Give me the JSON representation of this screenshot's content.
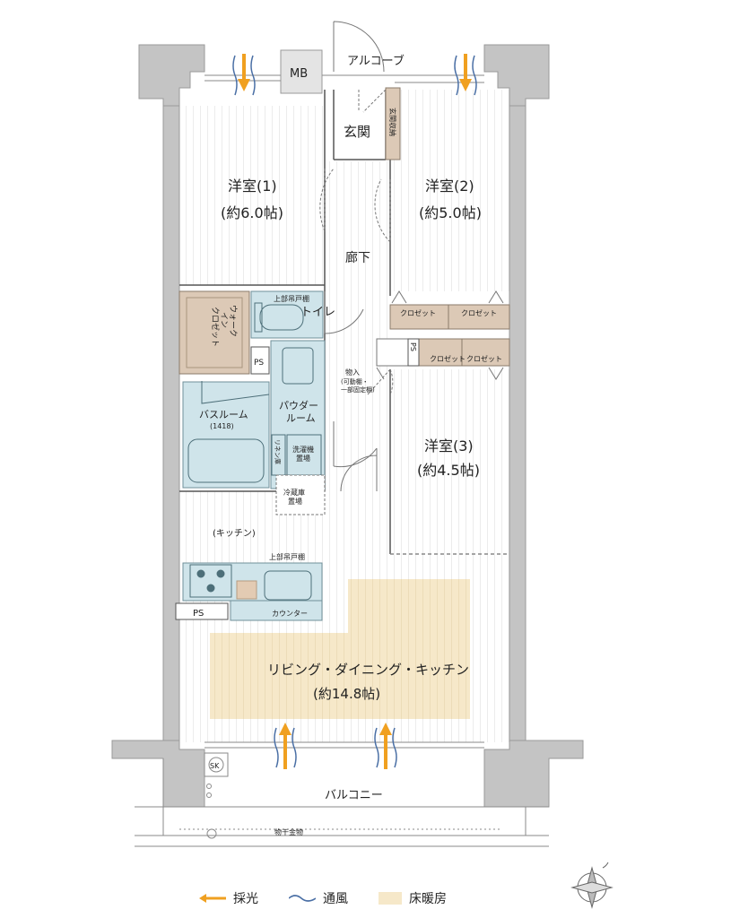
{
  "labels": {
    "alcove": "アルコーブ",
    "mb": "MB",
    "genkan": "玄関",
    "genkan_storage": "玄関収納",
    "room1_name": "洋室(1)",
    "room1_size": "(約6.0帖)",
    "room2_name": "洋室(2)",
    "room2_size": "(約5.0帖)",
    "room3_name": "洋室(3)",
    "room3_size": "(約4.5帖)",
    "corridor": "廊下",
    "walkin_1": "ウォーク",
    "walkin_2": "イン",
    "walkin_3": "クロゼット",
    "upper_cabinet_toilet": "上部吊戸棚",
    "toilet": "トイレ",
    "ps": "PS",
    "closet": "クロゼット",
    "storage_1": "物入",
    "storage_2": "(可動棚・",
    "storage_3": "一部固定棚)",
    "bathroom": "バスルーム",
    "bathroom_size": "(1418)",
    "powder_1": "パウダー",
    "powder_2": "ルーム",
    "linen": "リネン庫",
    "washer_1": "洗濯機",
    "washer_2": "置場",
    "fridge_1": "冷蔵庫",
    "fridge_2": "置場",
    "kitchen": "(キッチン)",
    "upper_cabinet_kitchen": "上部吊戸棚",
    "counter": "カウンター",
    "ldk_name": "リビング・ダイニング・キッチン",
    "ldk_size": "(約14.8帖)",
    "sk": "SK",
    "balcony": "バルコニー",
    "clothes_dryer": "物干金物"
  },
  "legend": {
    "daylight": "採光",
    "ventilation": "通風",
    "floor_heating": "床暖房"
  },
  "colors": {
    "wall": "#c4c4c4",
    "wall_outline": "#9a9a9a",
    "floor_lines": "#e6e6e6",
    "wet_area": "#cfe4ea",
    "wet_area_edge": "#6f8f99",
    "closet_wood": "#dcc9b6",
    "floor_heating": "#f6e8c9",
    "arrow_orange": "#f0a020",
    "wind_blue": "#4a6fa5"
  }
}
